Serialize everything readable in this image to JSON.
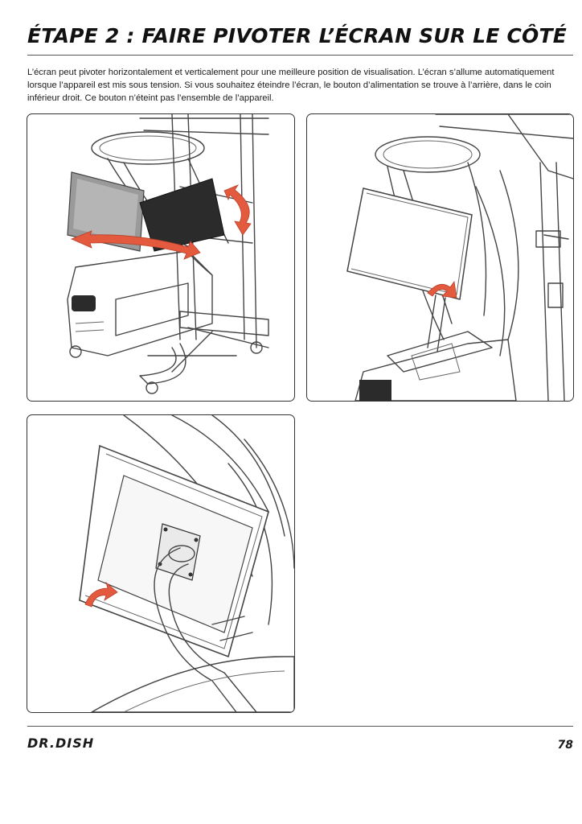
{
  "page": {
    "title": "ÉTAPE 2 : FAIRE PIVOTER L’ÉCRAN SUR LE CÔTÉ",
    "intro": "L’écran peut pivoter horizontalement et verticalement pour une meilleure position de visualisation. L’écran s’allume automatiquement lorsque l’appareil est mis sous tension. Si vous souhaitez éteindre l’écran, le bouton d’alimentation se trouve à l’arrière, dans le coin inférieur droit. Ce bouton n’éteint pas l’ensemble de l’appareil.",
    "brand": "DR.DISH",
    "page_number": "78"
  },
  "colors": {
    "accent_arrow": "#e35a3e",
    "line_art": "#444444",
    "screen_dark": "#2b2b2b"
  },
  "illustrations": [
    {
      "name": "machine-overview-rotation",
      "arrows": [
        "horizontal-swivel-arrow",
        "vertical-tilt-arrow"
      ]
    },
    {
      "name": "screen-close-up-tilt",
      "arrows": [
        "tilt-arrow"
      ]
    },
    {
      "name": "screen-back-mount",
      "arrows": [
        "power-button-arrow"
      ]
    }
  ]
}
